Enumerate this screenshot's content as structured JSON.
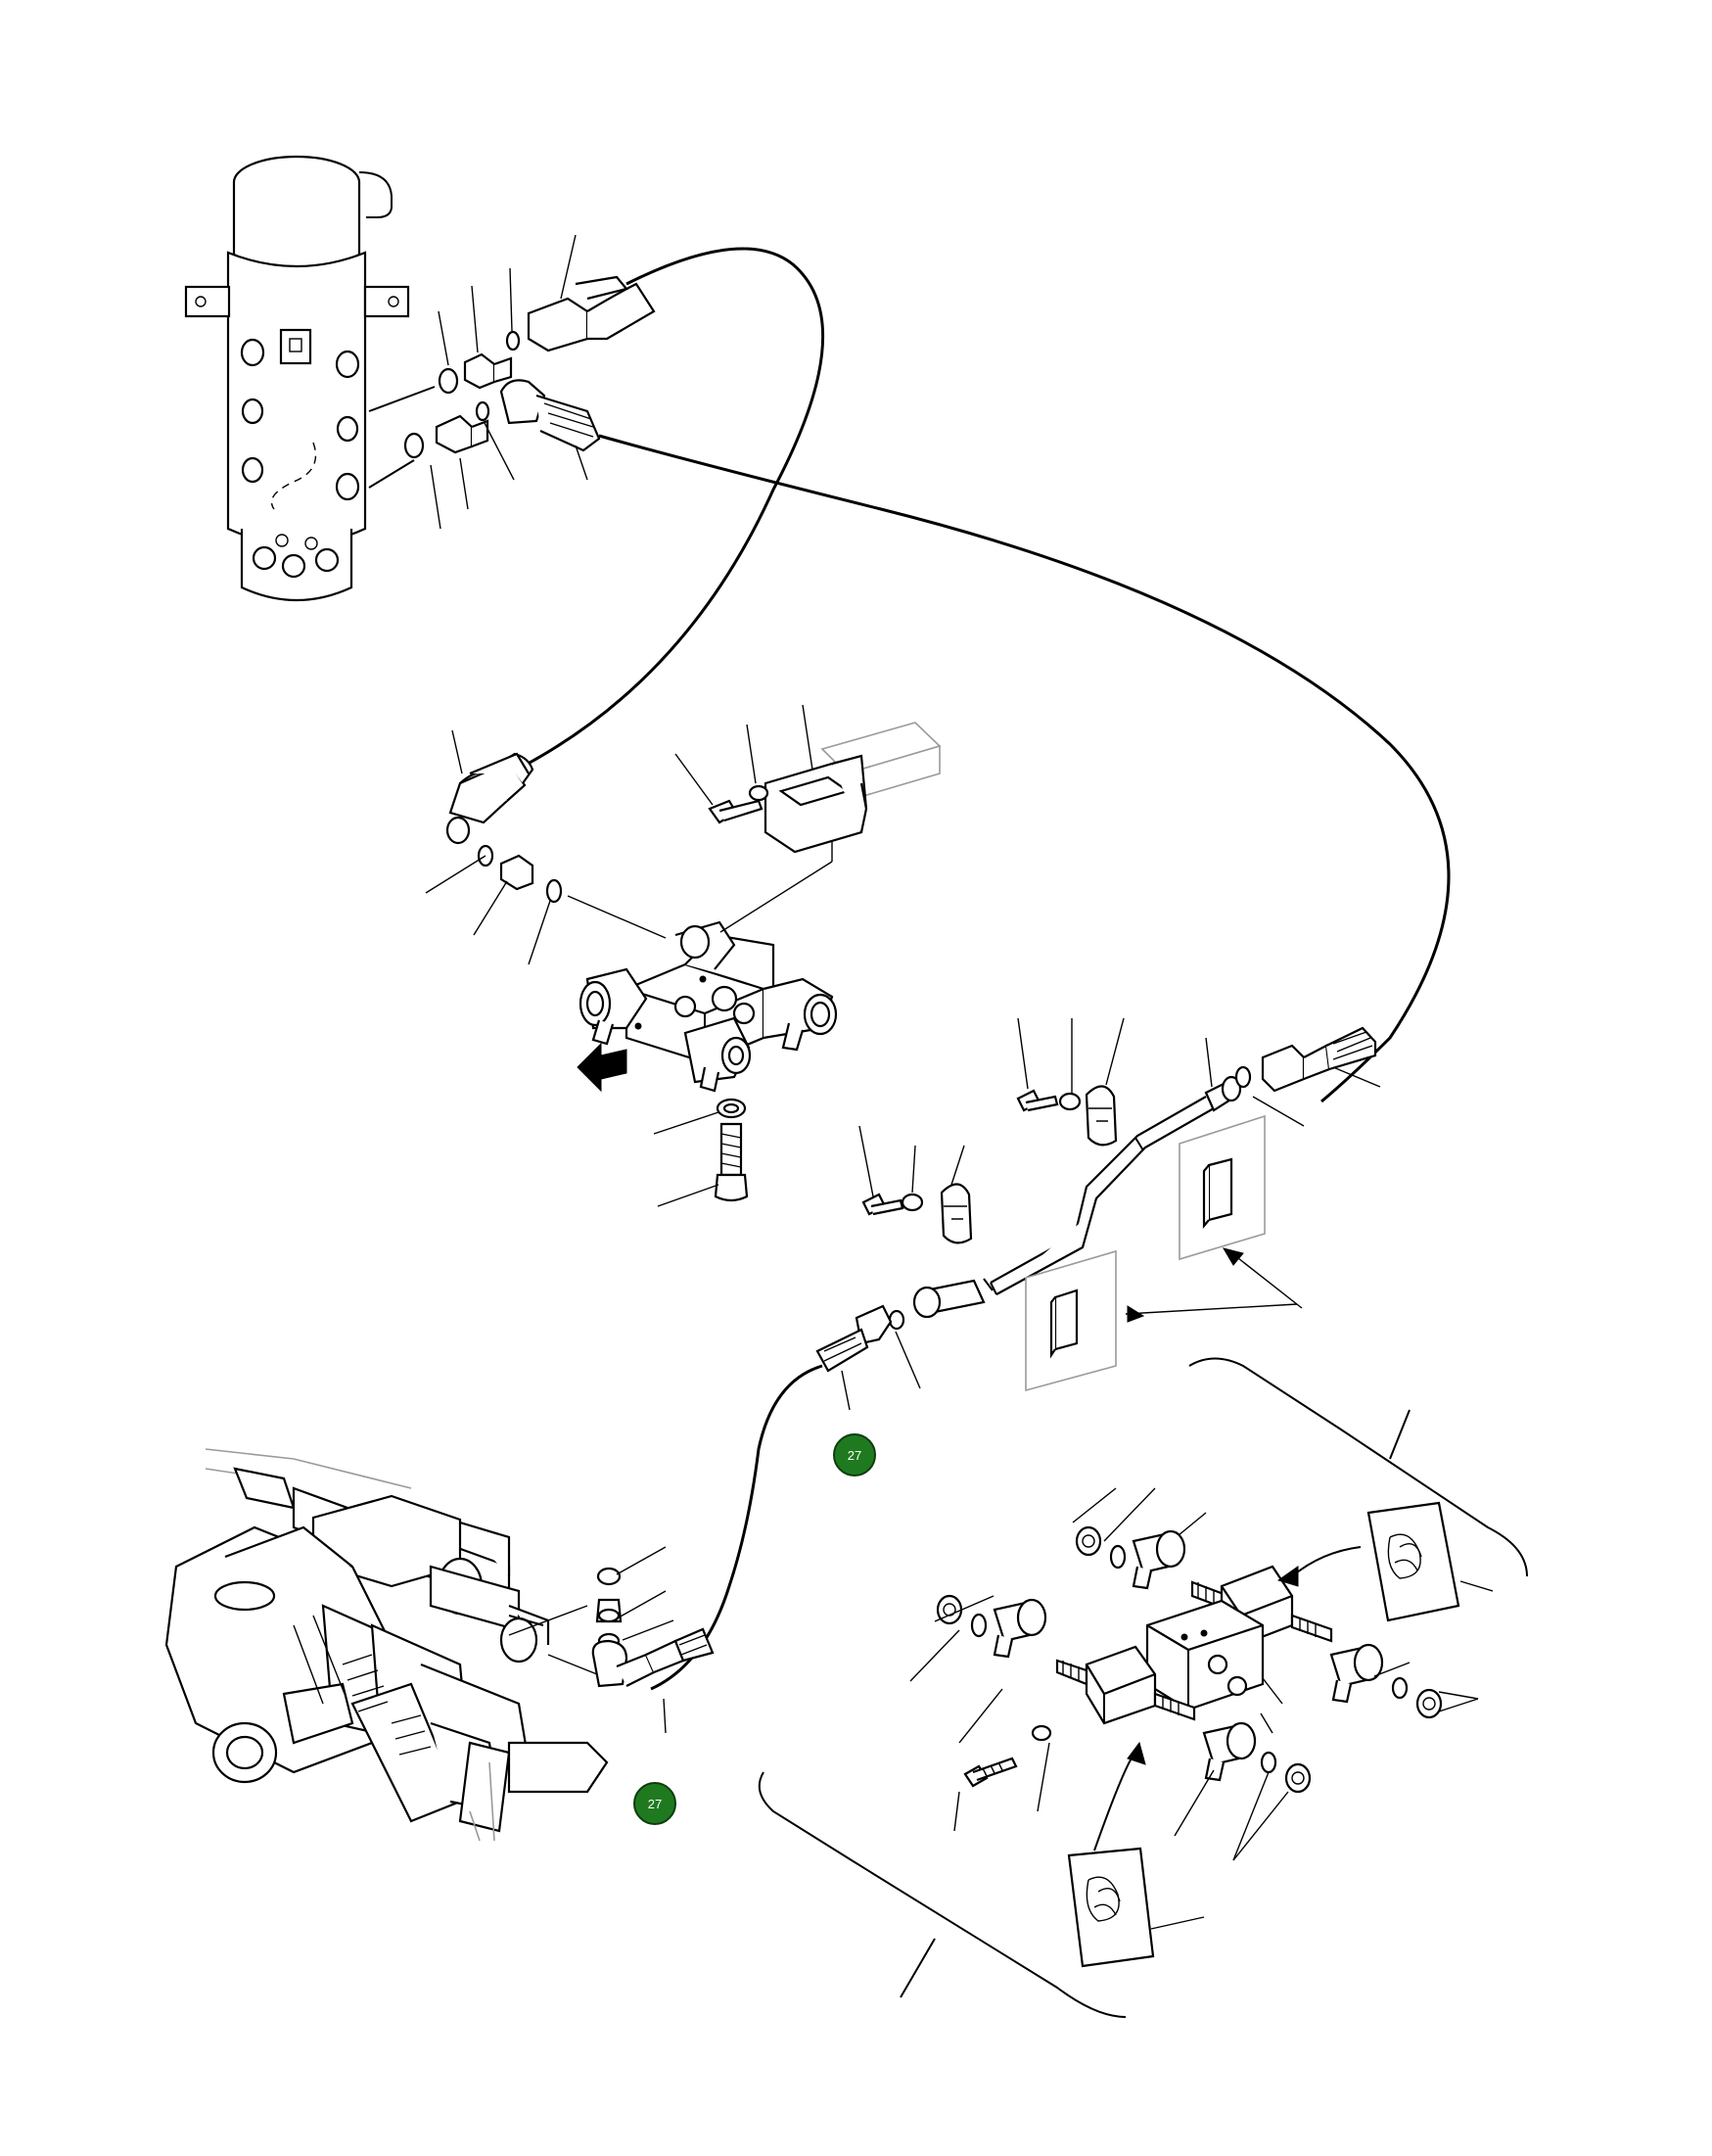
{
  "callouts": [
    {
      "id": "callout-upper",
      "label": "27",
      "color": "#1f7a1f"
    },
    {
      "id": "callout-lower",
      "label": "27",
      "color": "#1f7a1f"
    }
  ],
  "colors": {
    "line": "#000000",
    "background": "#ffffff",
    "ghost": "#9a9a9a",
    "callout_fill": "#1f7a1f"
  }
}
